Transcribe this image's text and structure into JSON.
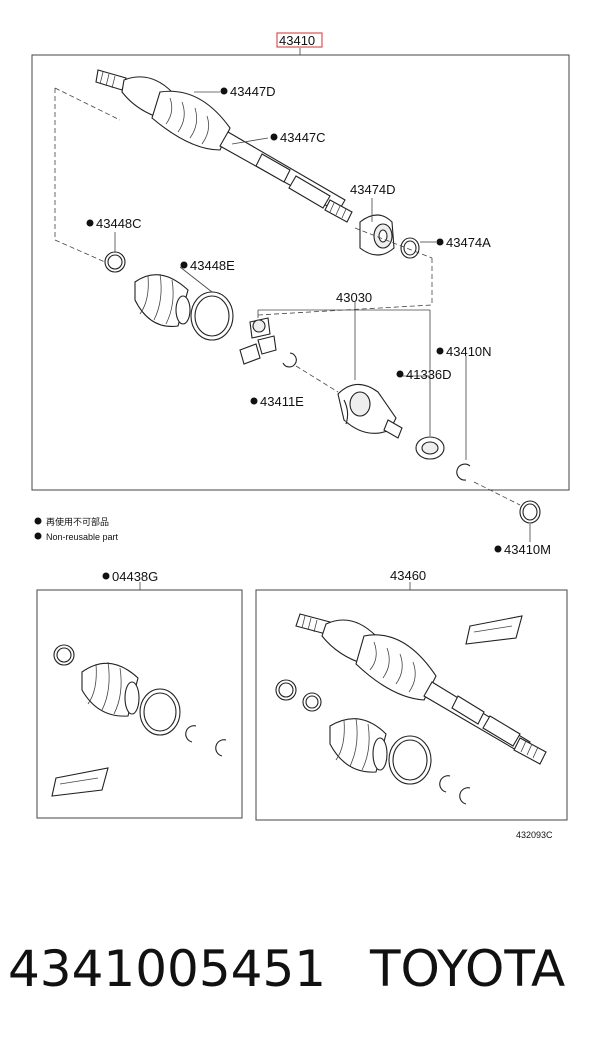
{
  "assembly": {
    "number": "43410",
    "highlight_color": "#d9534f"
  },
  "labels": {
    "boot_clamp_outer_top": "43447D",
    "boot_clamp_inner_top": "43447C",
    "damper": "43474D",
    "damper_clamp": "43474A",
    "clamp_small_left": "43448C",
    "clamp_large_left": "43448E",
    "inboard_joint": "43030",
    "snap_ring": "43410N",
    "dust_seal": "41336D",
    "circlip": "43411E",
    "hole_snap_ring": "43410M",
    "boot_kit": "04438G",
    "outboard_joint": "43460"
  },
  "legend": {
    "japanese": "再使用不可部品",
    "english": "Non-reusable part"
  },
  "reference_code": "432093C",
  "footer": {
    "part_number": "4341005451",
    "brand": "TOYOTA"
  }
}
